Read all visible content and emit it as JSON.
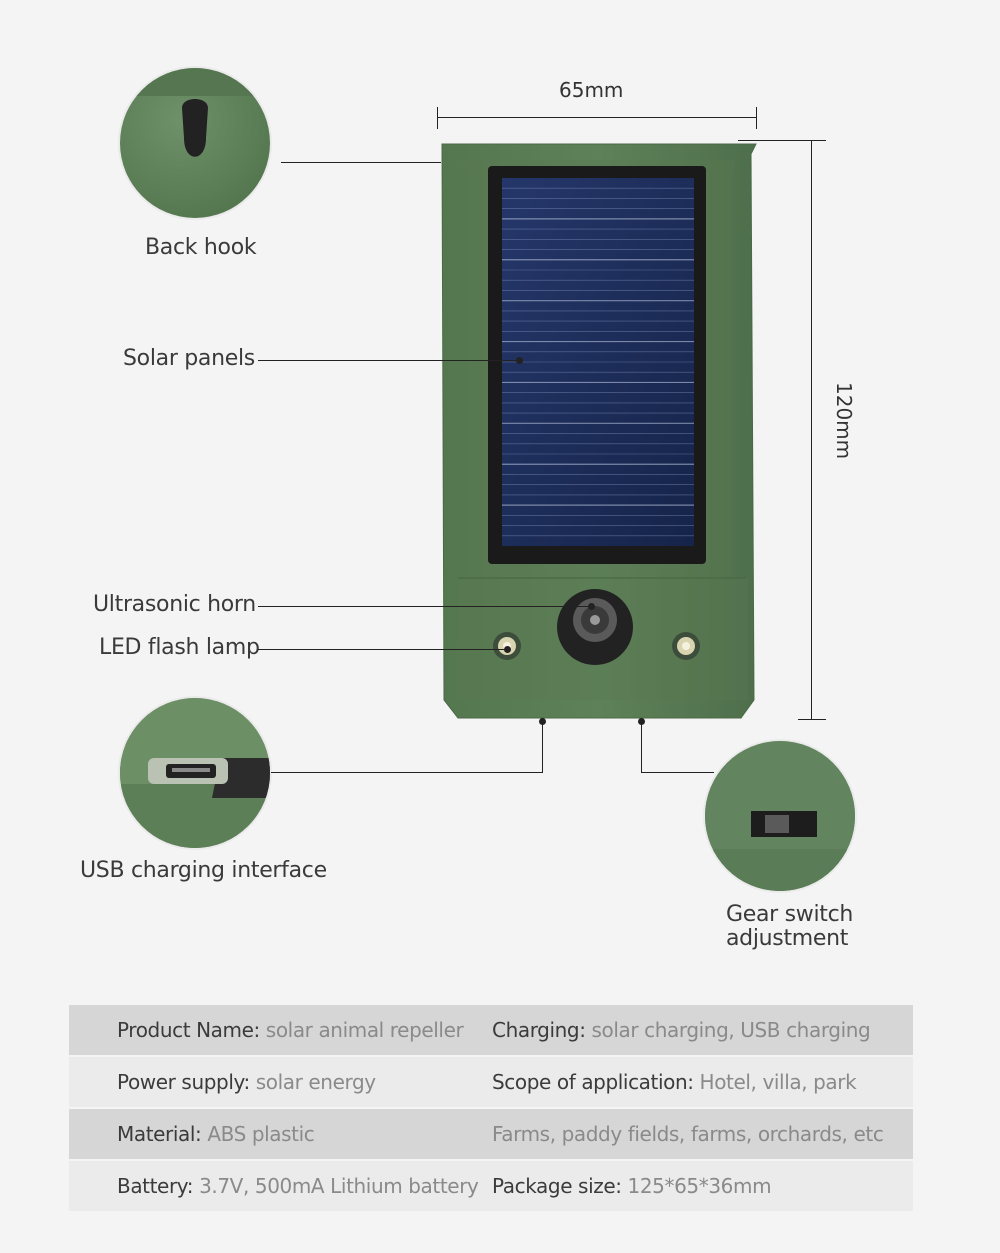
{
  "dimensions": {
    "width_label": "65mm",
    "height_label": "120mm"
  },
  "callouts": {
    "back_hook": "Back hook",
    "solar_panels": "Solar panels",
    "ultrasonic_horn": "Ultrasonic horn",
    "led_flash_lamp": "LED flash lamp",
    "usb_charging": "USB charging interface",
    "gear_switch_line1": "Gear switch",
    "gear_switch_line2": "adjustment"
  },
  "specs": [
    {
      "left_key": "Product Name:",
      "left_val": " solar animal repeller",
      "right_key": "Charging:",
      "right_val": " solar charging, USB charging"
    },
    {
      "left_key": "Power supply:",
      "left_val": " solar energy",
      "right_key": "Scope of application:",
      "right_val": " Hotel, villa, park"
    },
    {
      "left_key": "Material:",
      "left_val": " ABS plastic",
      "right_key": "",
      "right_val": "Farms, paddy fields, farms, orchards, etc"
    },
    {
      "left_key": "Battery:",
      "left_val": " 3.7V, 500mA Lithium battery",
      "right_key": "Package size:",
      "right_val": " 125*65*36mm"
    }
  ],
  "colors": {
    "device_green": "#5c7d59",
    "panel_blue": "#1e2f5c",
    "background": "#f4f4f4"
  }
}
